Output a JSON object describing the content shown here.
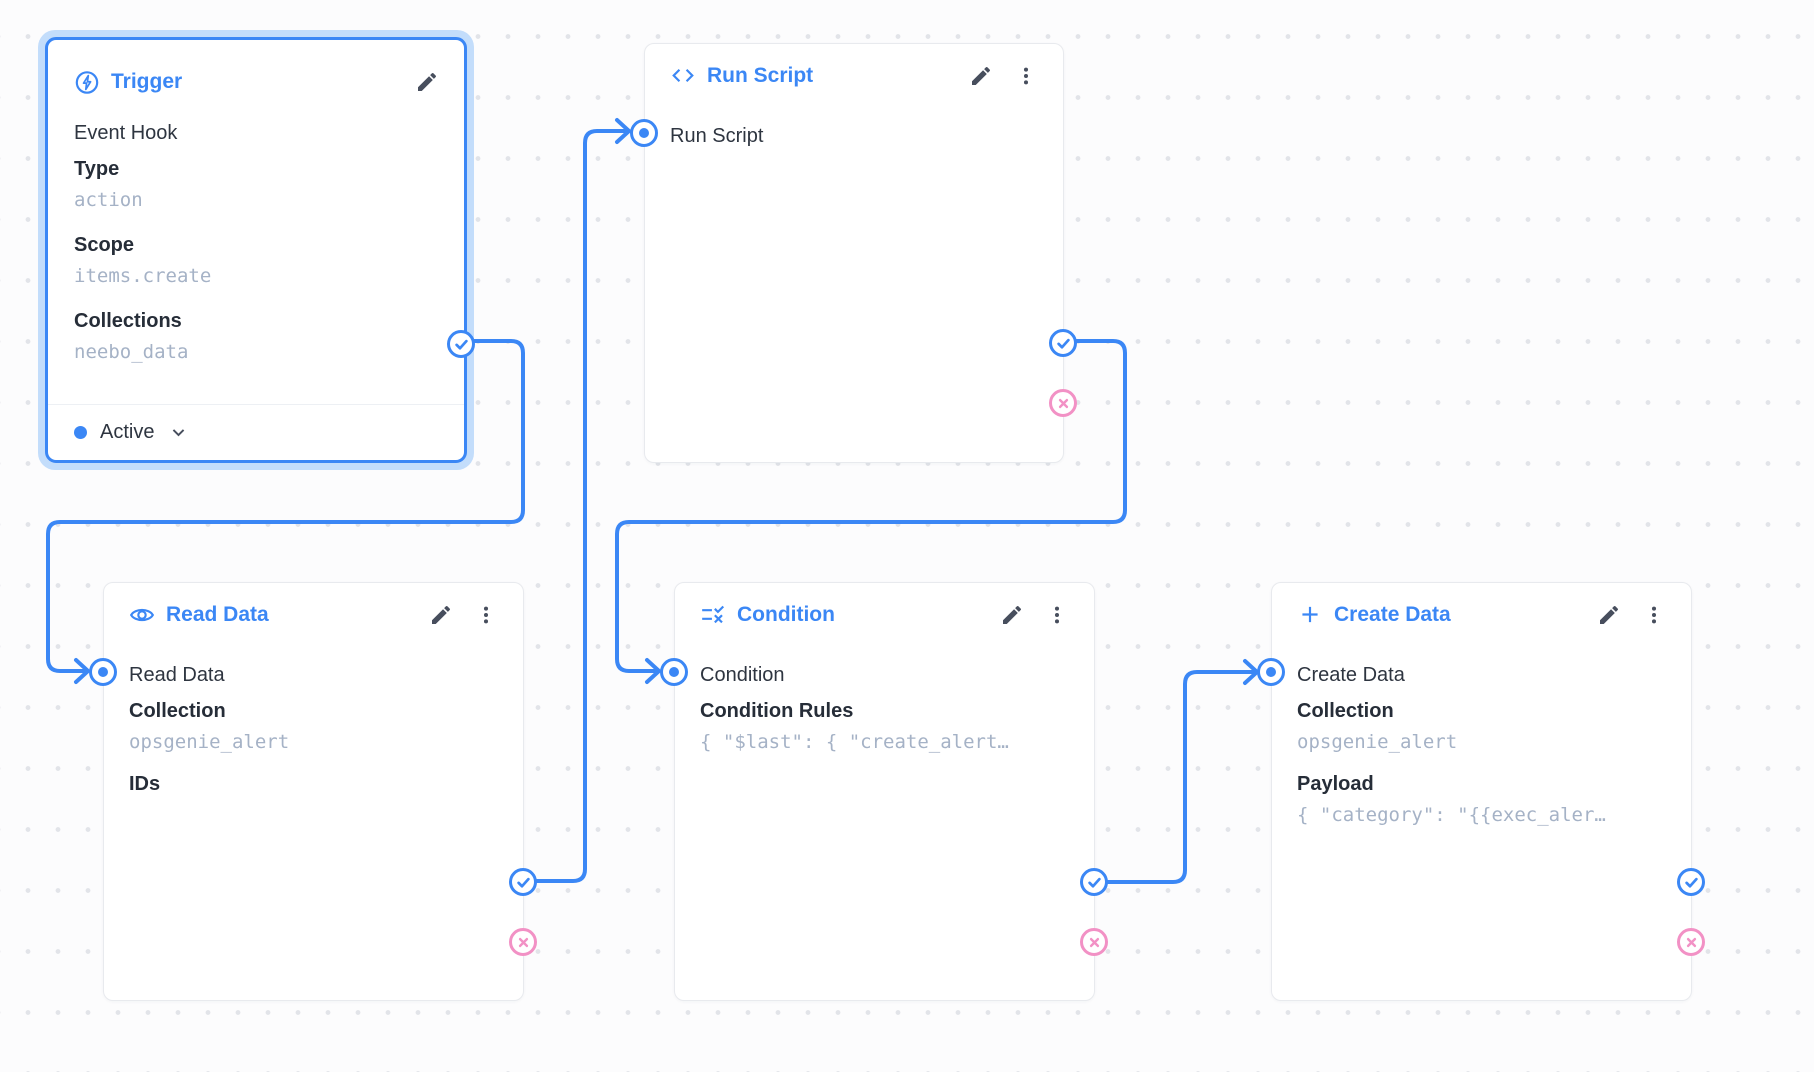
{
  "colors": {
    "primary_blue": "#3b87f5",
    "reject_pink": "#f291c5",
    "selection_halo": "#c3ddfb",
    "mono_value": "#a5b2c6",
    "node_border": "#e8eaee"
  },
  "icons": {
    "trigger": "bolt-circle-icon",
    "run_script": "code-icon",
    "read_data": "eye-icon",
    "condition": "rule-icon",
    "create_data": "plus-icon",
    "edit": "pencil-icon",
    "menu": "kebab-menu-icon",
    "status_expand": "chevron-down-icon",
    "resolve": "check-circle-icon",
    "reject": "x-circle-icon",
    "input": "dot-circle-icon"
  },
  "trigger": {
    "title": "Trigger",
    "name": "Event Hook",
    "fields": [
      {
        "label": "Type",
        "value": "action"
      },
      {
        "label": "Scope",
        "value": "items.create"
      },
      {
        "label": "Collections",
        "value": "neebo_data"
      }
    ],
    "status_label": "Active"
  },
  "run_script": {
    "title": "Run Script",
    "input_label": "Run Script"
  },
  "read_data": {
    "title": "Read Data",
    "input_label": "Read Data",
    "fields": [
      {
        "label": "Collection",
        "value": "opsgenie_alert"
      },
      {
        "label": "IDs",
        "value": ""
      }
    ]
  },
  "condition": {
    "title": "Condition",
    "input_label": "Condition",
    "fields": [
      {
        "label": "Condition Rules",
        "value": "{ \"$last\": { \"create_alert…"
      }
    ]
  },
  "create_data": {
    "title": "Create Data",
    "input_label": "Create Data",
    "fields": [
      {
        "label": "Collection",
        "value": "opsgenie_alert"
      },
      {
        "label": "Payload",
        "value": "{ \"category\": \"{{exec_aler…"
      }
    ]
  }
}
